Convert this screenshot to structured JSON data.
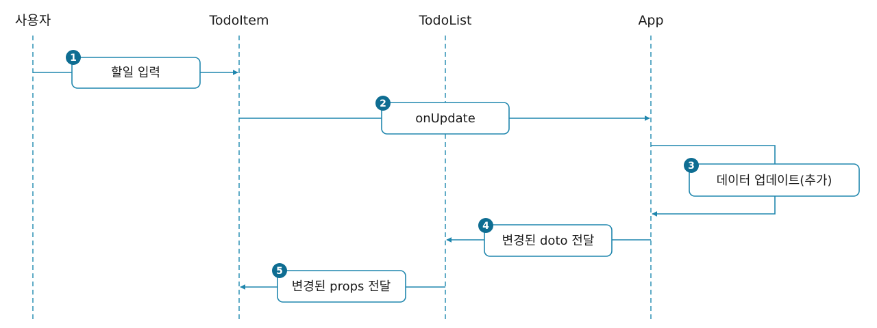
{
  "colors": {
    "accent": "#1f86ad",
    "lifeline": "#2a8fb4",
    "badge": "#0e6d92",
    "text": "#1a1a1a",
    "background": "#ffffff"
  },
  "actors": [
    {
      "id": "user",
      "label": "사용자"
    },
    {
      "id": "todoitem",
      "label": "TodoItem"
    },
    {
      "id": "todolist",
      "label": "TodoList"
    },
    {
      "id": "app",
      "label": "App"
    }
  ],
  "steps": [
    {
      "number": "1",
      "label": "할일 입력"
    },
    {
      "number": "2",
      "label": "onUpdate"
    },
    {
      "number": "3",
      "label": "데이터 업데이트(추가)"
    },
    {
      "number": "4",
      "label": "변경된 doto 전달"
    },
    {
      "number": "5",
      "label": "변경된 props 전달"
    }
  ]
}
